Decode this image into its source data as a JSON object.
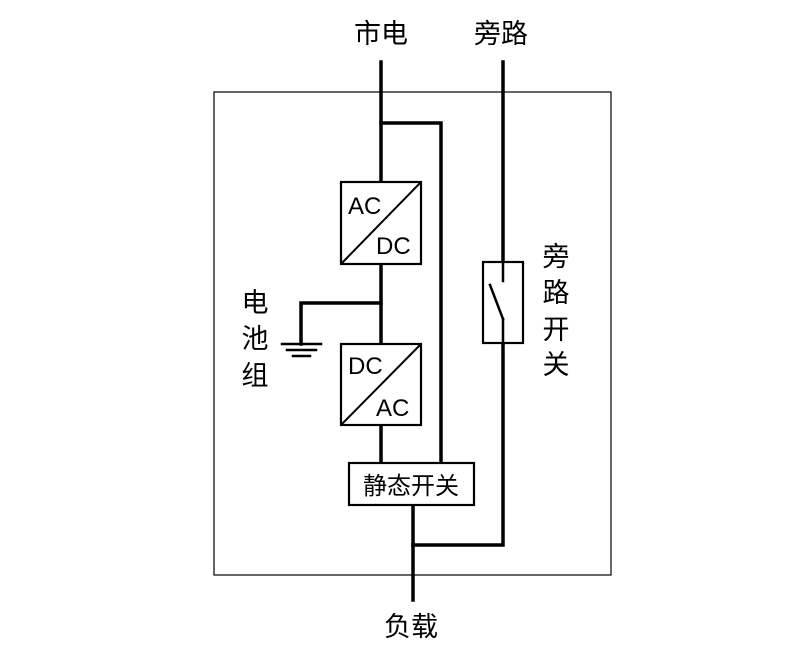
{
  "labels": {
    "mains": "市电",
    "bypass": "旁路",
    "load": "负载",
    "battery_pack": [
      "电",
      "池",
      "组"
    ],
    "bypass_switch": [
      "旁",
      "路",
      "开",
      "关"
    ],
    "static_switch": "静态开关"
  },
  "rectifier": {
    "input": "AC",
    "output": "DC"
  },
  "inverter": {
    "input": "DC",
    "output": "AC"
  }
}
